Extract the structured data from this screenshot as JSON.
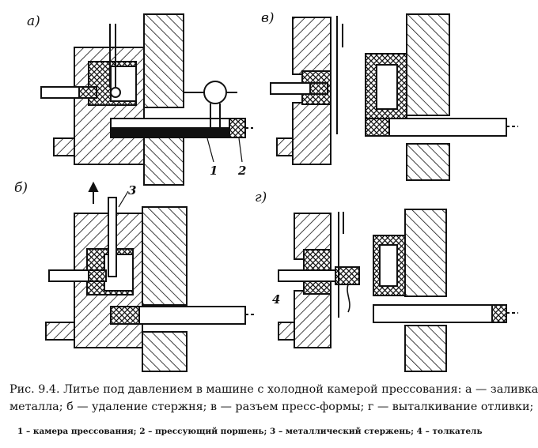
{
  "panels": [
    {
      "id": "a",
      "label": "а)"
    },
    {
      "id": "v",
      "label": "в)"
    },
    {
      "id": "b",
      "label": "б)"
    },
    {
      "id": "g",
      "label": "г)"
    }
  ],
  "part_numbers": {
    "n1": "1",
    "n2": "2",
    "n3": "3",
    "n4": "4"
  },
  "caption": {
    "line1": "Рис. 9.4. Литье  под давлением в машине с холодной камерой прессования: а — заливка",
    "line2": "металла; б — удаление стержня; в — разъем пресс-формы; г — выталкивание отливки;"
  },
  "legend": "1 – камера прессования; 2 – прессующий поршень; 3 – металлический стержень; 4 – толкатель"
}
